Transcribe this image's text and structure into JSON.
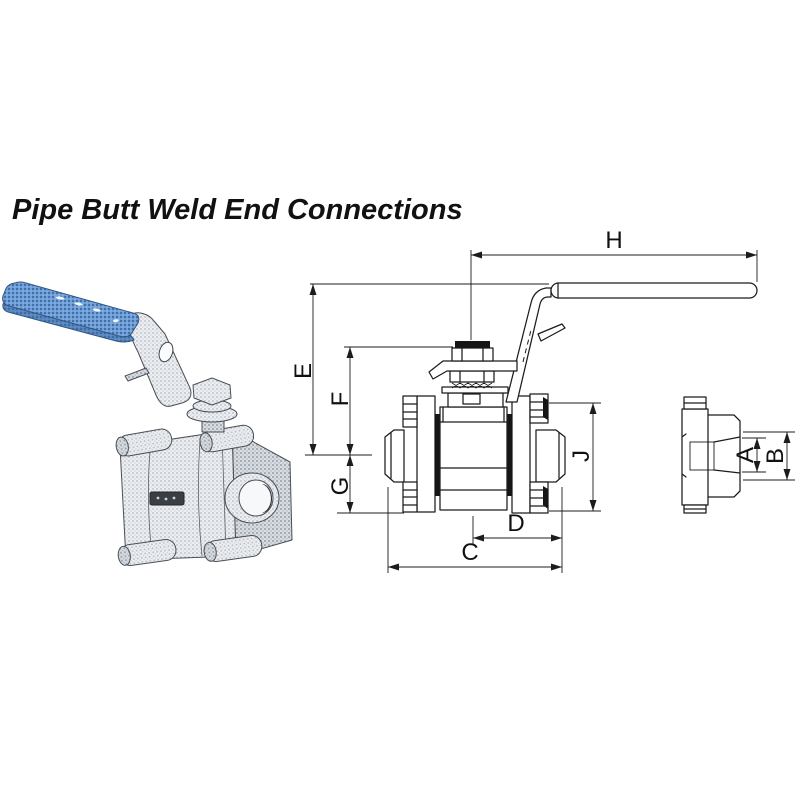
{
  "title": "Pipe Butt Weld End Connections",
  "colors": {
    "handle_blue": "#6f9fd8",
    "handle_blue_shadow": "#4a7cba",
    "drawing_line": "#1c1c1c"
  },
  "dimension_labels": {
    "h": "H",
    "e": "E",
    "f": "F",
    "g": "G",
    "j": "J",
    "d": "D",
    "c": "C",
    "a": "A",
    "b": "B"
  }
}
